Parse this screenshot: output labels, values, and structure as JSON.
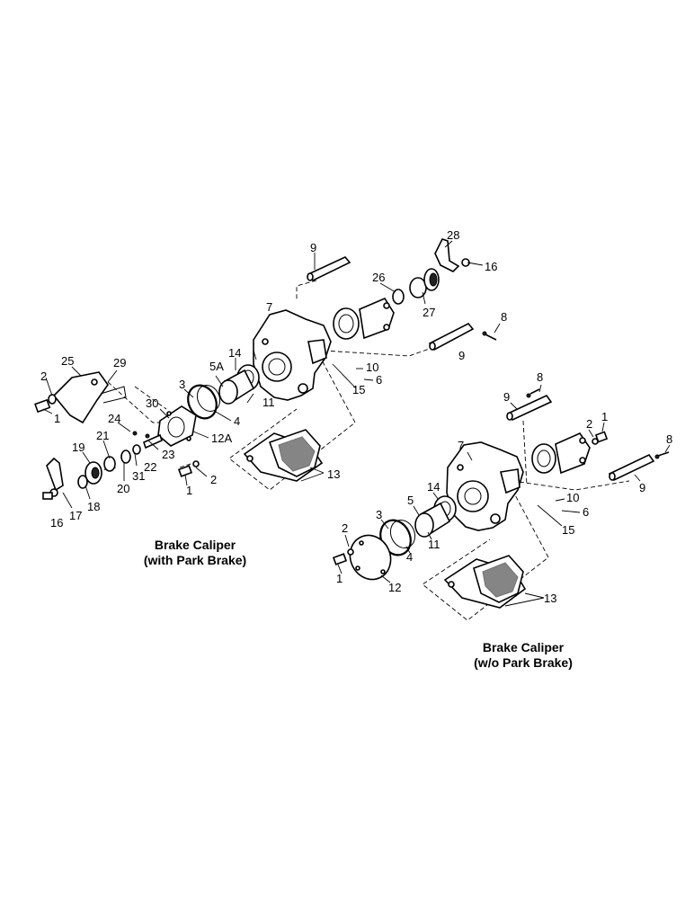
{
  "captions": {
    "with_park_line1": "Brake Caliper",
    "with_park_line2": "(with Park Brake)",
    "without_park_line1": "Brake Caliper",
    "without_park_line2": "(w/o Park Brake)"
  },
  "left_callouts": {
    "c1a": "1",
    "c2a": "2",
    "c25": "25",
    "c29": "29",
    "c30": "30",
    "c24": "24",
    "c3": "3",
    "c5A": "5A",
    "c14": "14",
    "c7": "7",
    "c9a": "9",
    "c26": "26",
    "c28": "28",
    "c16a": "16",
    "c27": "27",
    "c8": "8",
    "c9b": "9",
    "c10": "10",
    "c6": "6",
    "c15": "15",
    "c11": "11",
    "c4": "4",
    "c12A": "12A",
    "c23": "23",
    "c21": "21",
    "c19": "19",
    "c22": "22",
    "c31": "31",
    "c20": "20",
    "c18": "18",
    "c17": "17",
    "c16b": "16",
    "c1b": "1",
    "c2b": "2",
    "c13": "13"
  },
  "right_callouts": {
    "c8a": "8",
    "c9a": "9",
    "c2": "2",
    "c1a": "1",
    "c8b": "8",
    "c7": "7",
    "c9b": "9",
    "c14": "14",
    "c5": "5",
    "c3": "3",
    "c10": "10",
    "c6": "6",
    "c15": "15",
    "c11": "11",
    "c4": "4",
    "c2b": "2",
    "c1b": "1",
    "c12": "12",
    "c13": "13"
  }
}
